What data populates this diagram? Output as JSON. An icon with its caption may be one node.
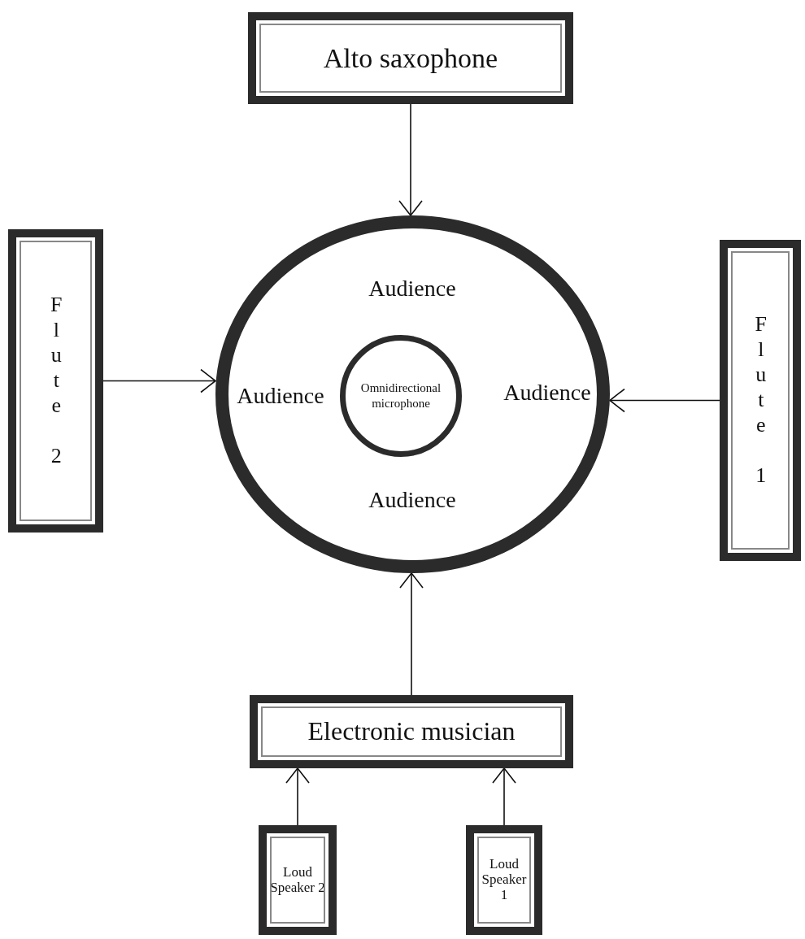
{
  "diagram": {
    "nodes": [
      {
        "text": [
          "Alto saxophone"
        ]
      },
      {
        "text": [
          "Flute 2"
        ]
      },
      {
        "text": [
          "Audience",
          "Audience",
          "Audience",
          "Audience"
        ]
      },
      {
        "text": [
          "Omnidirectional microphone"
        ],
        "in": 2
      },
      {
        "text": [
          "Flute 1"
        ]
      },
      {
        "text": [
          "Electronic musician"
        ]
      },
      {
        "text": [
          "Loud Speaker 2"
        ]
      },
      {
        "text": [
          "Loud Speaker 1"
        ]
      }
    ],
    "edges": [
      {
        "from": 0,
        "to": 2,
        "arrow": "to"
      },
      {
        "from": 1,
        "to": 2,
        "arrow": "to"
      },
      {
        "from": 4,
        "to": 2,
        "arrow": "to"
      },
      {
        "from": 5,
        "to": 2,
        "arrow": "to"
      },
      {
        "from": 6,
        "to": 5,
        "arrow": "to"
      },
      {
        "from": 7,
        "to": 5,
        "arrow": "to"
      }
    ]
  }
}
